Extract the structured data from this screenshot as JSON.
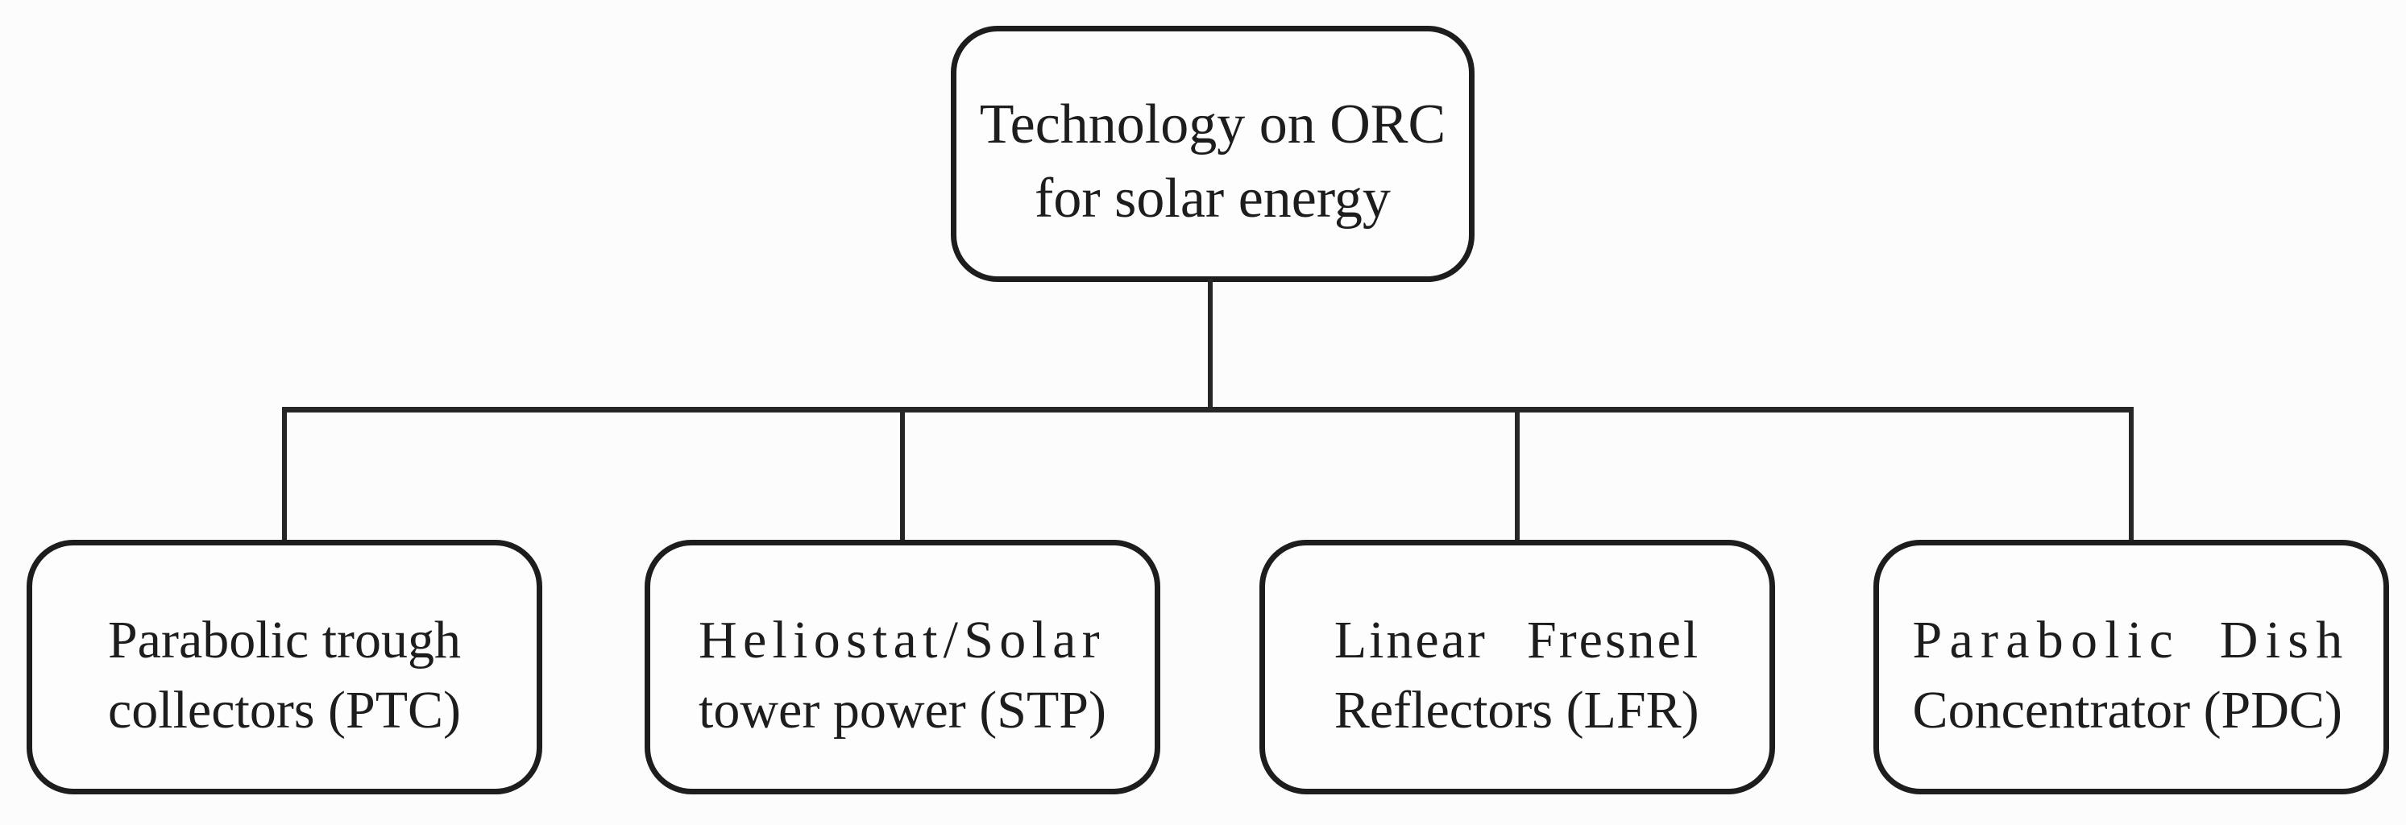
{
  "figure": {
    "root": {
      "line1": "Technology on ORC",
      "line2": "for solar energy"
    },
    "children": [
      {
        "line1": "Parabolic trough",
        "line2": "collectors (PTC)"
      },
      {
        "line1": "Heliostat/Solar",
        "line2": "tower power (STP)"
      },
      {
        "line1": "Linear Fresnel",
        "line2": "Reflectors (LFR)"
      },
      {
        "line1": "Parabolic Dish",
        "line2": "Concentrator (PDC)"
      }
    ],
    "colors": {
      "ink": "#1d1d1d",
      "line": "#262626",
      "background": "#fcfcfc"
    }
  }
}
